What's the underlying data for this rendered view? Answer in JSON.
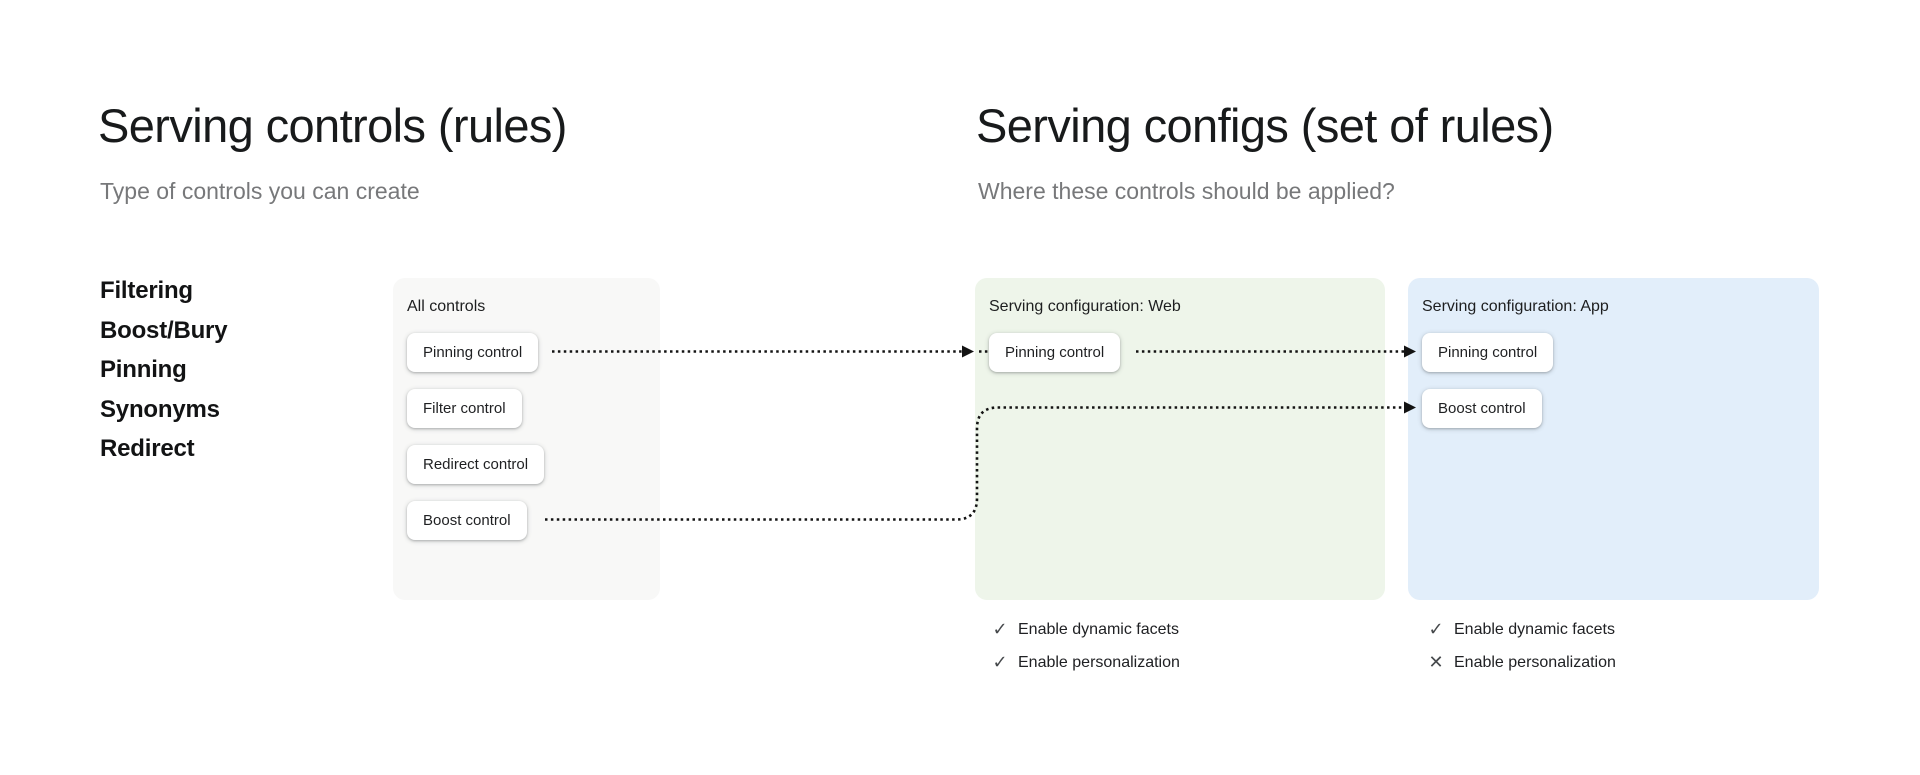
{
  "left_section": {
    "title": "Serving controls (rules)",
    "subtitle": "Type of controls you can create",
    "control_types": [
      "Filtering",
      "Boost/Bury",
      "Pinning",
      "Synonyms",
      "Redirect"
    ]
  },
  "right_section": {
    "title": "Serving configs (set of rules)",
    "subtitle": "Where these controls should be applied?"
  },
  "all_controls_card": {
    "label": "All controls",
    "buttons": [
      "Pinning control",
      "Filter control",
      "Redirect control",
      "Boost control"
    ]
  },
  "web_card": {
    "label": "Serving configuration: Web",
    "buttons": [
      "Pinning control"
    ],
    "features": [
      {
        "icon": "check-icon",
        "label": "Enable dynamic facets"
      },
      {
        "icon": "check-icon",
        "label": "Enable personalization"
      }
    ]
  },
  "app_card": {
    "label": "Serving configuration: App",
    "buttons": [
      "Pinning control",
      "Boost control"
    ],
    "features": [
      {
        "icon": "check-icon",
        "label": "Enable dynamic facets"
      },
      {
        "icon": "cross-icon",
        "label": "Enable personalization"
      }
    ]
  },
  "arrows": [
    {
      "from": "all-controls-pinning-chip",
      "to": "web-pinning-chip"
    },
    {
      "from": "web-pinning-chip",
      "to": "app-pinning-chip"
    },
    {
      "from": "all-controls-boost-chip",
      "to": "app-boost-chip"
    }
  ],
  "colors": {
    "all_controls_card_bg": "#f8f8f7",
    "web_card_bg": "#eef5ea",
    "app_card_bg": "#e2eefa",
    "title_text": "#181a1b",
    "subtitle_text": "#77787a",
    "arrow": "#131313",
    "check_icon": "#46494c"
  }
}
